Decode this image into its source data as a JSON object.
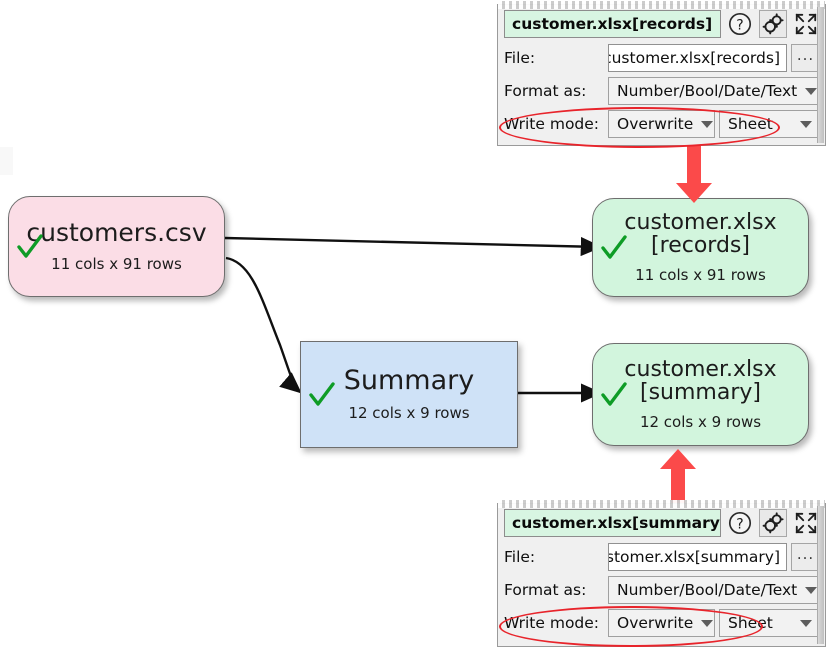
{
  "flow": {
    "nodes": [
      {
        "id": "customers-csv",
        "title": "customers.csv",
        "subtitle": "11 cols x 91 rows",
        "status_icon": "green-check-icon",
        "shape": "rounded-rect",
        "color": "#fbdde6"
      },
      {
        "id": "customer-xlsx-records",
        "title": "customer.xlsx\n[records]",
        "subtitle": "11 cols x 91 rows",
        "status_icon": "green-check-icon",
        "shape": "rounded-rect",
        "color": "#d2f5dd"
      },
      {
        "id": "summary",
        "title": "Summary",
        "subtitle": "12 cols x 9 rows",
        "status_icon": "green-check-icon",
        "shape": "rect",
        "color": "#cfe2f7"
      },
      {
        "id": "customer-xlsx-summary",
        "title": "customer.xlsx\n[summary]",
        "subtitle": "12 cols x 9 rows",
        "status_icon": "green-check-icon",
        "shape": "rounded-rect",
        "color": "#d2f5dd"
      }
    ],
    "links": [
      {
        "from": "customers-csv",
        "to": "customer-xlsx-records"
      },
      {
        "from": "customers-csv",
        "to": "summary"
      },
      {
        "from": "summary",
        "to": "customer-xlsx-summary"
      }
    ],
    "annotation_color": "#e8242b"
  },
  "panels": [
    {
      "id": "records",
      "title": "customer.xlsx[records]",
      "buttons": {
        "help": "?",
        "settings": "gear-icon",
        "expand": "expand-icon",
        "browse": "..."
      },
      "rows": [
        {
          "label": "File:",
          "value": "op\\customer.xlsx[records]",
          "type": "text"
        },
        {
          "label": "Format as:",
          "value": "Number/Bool/Date/Text",
          "type": "combo"
        },
        {
          "label": "Write mode:",
          "value": "Overwrite",
          "value2": "Sheet",
          "type": "combo-pair"
        }
      ],
      "highlighted_row": "Write mode:"
    },
    {
      "id": "summary",
      "title": "customer.xlsx[summary]",
      "buttons": {
        "help": "?",
        "settings": "gear-icon",
        "expand": "expand-icon",
        "browse": "..."
      },
      "rows": [
        {
          "label": "File:",
          "value": "\\customer.xlsx[summary]",
          "type": "text"
        },
        {
          "label": "Format as:",
          "value": "Number/Bool/Date/Text",
          "type": "combo"
        },
        {
          "label": "Write mode:",
          "value": "Overwrite",
          "value2": "Sheet",
          "type": "combo-pair"
        }
      ],
      "highlighted_row": "Write mode:"
    }
  ]
}
